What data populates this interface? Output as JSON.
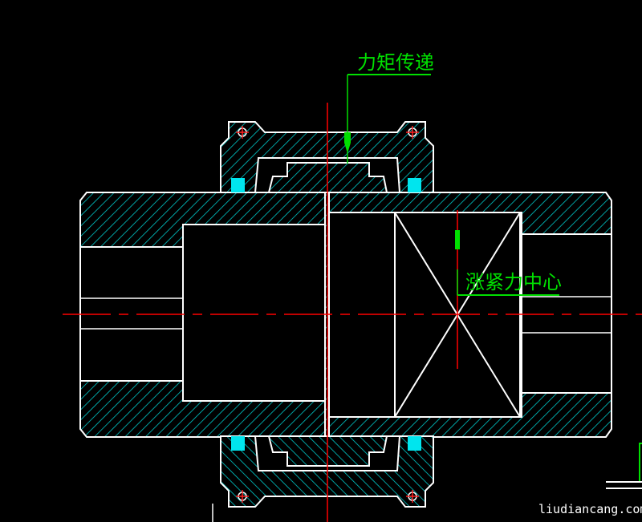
{
  "drawing": {
    "annotations": {
      "torque_transmission": "力矩传递",
      "tension_force_center": "涨紧力中心"
    },
    "watermark": "liudiancang.com",
    "colors": {
      "background": "#000000",
      "outline": "#ffffff",
      "hatch": "#00c8c8",
      "centerline": "#ff0000",
      "annotation": "#00e000",
      "seal": "#00e5ee"
    }
  }
}
